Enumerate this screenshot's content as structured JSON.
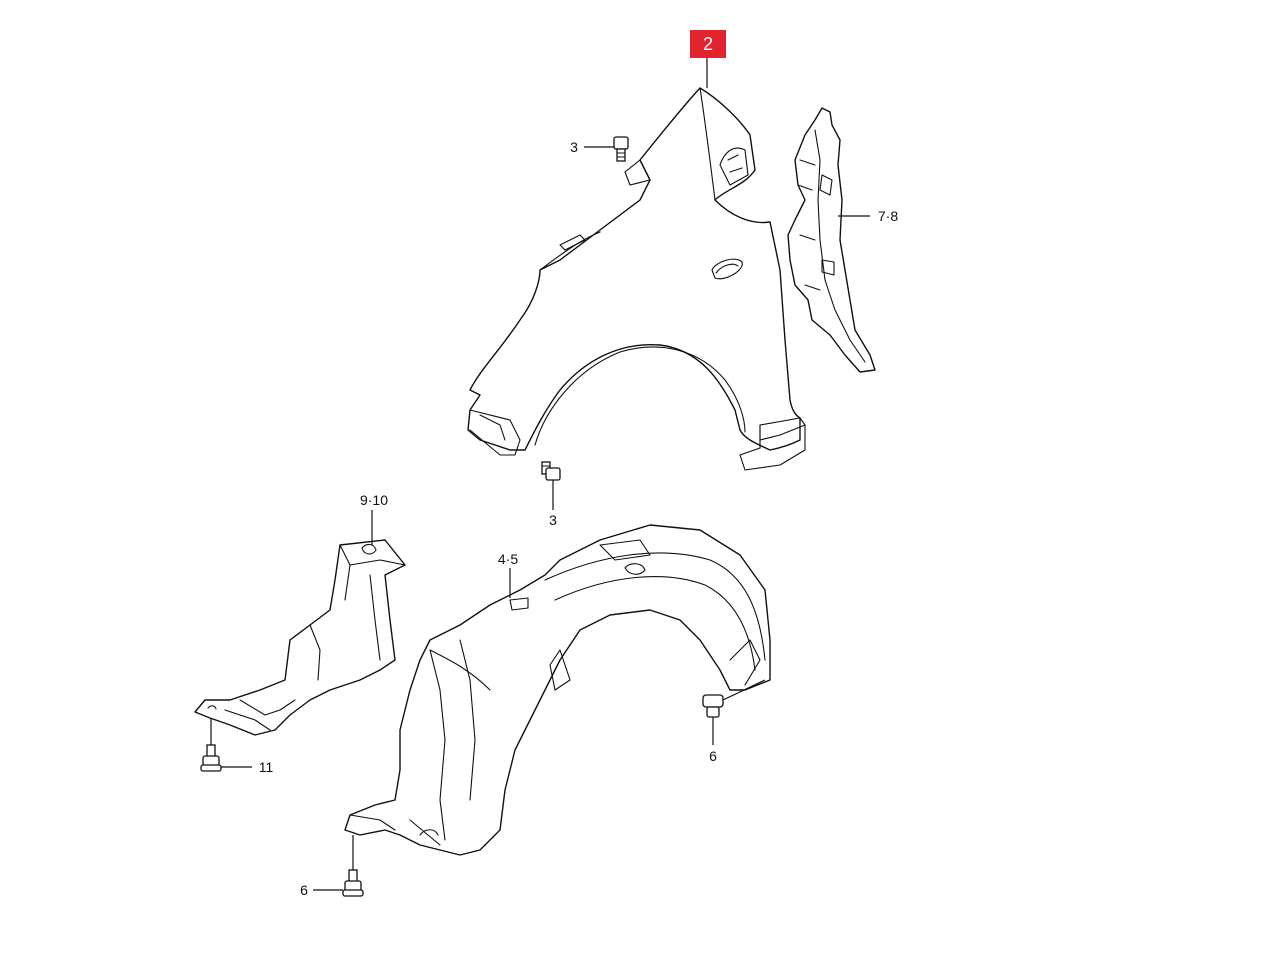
{
  "highlight_color": "#e2242f",
  "callouts": {
    "c_2": "2",
    "c_3_top": "3",
    "c_3_bottom": "3",
    "c_7_8": "7·8",
    "c_9_10": "9·10",
    "c_4_5": "4·5",
    "c_11": "11",
    "c_6_right": "6",
    "c_6_bottom": "6"
  }
}
